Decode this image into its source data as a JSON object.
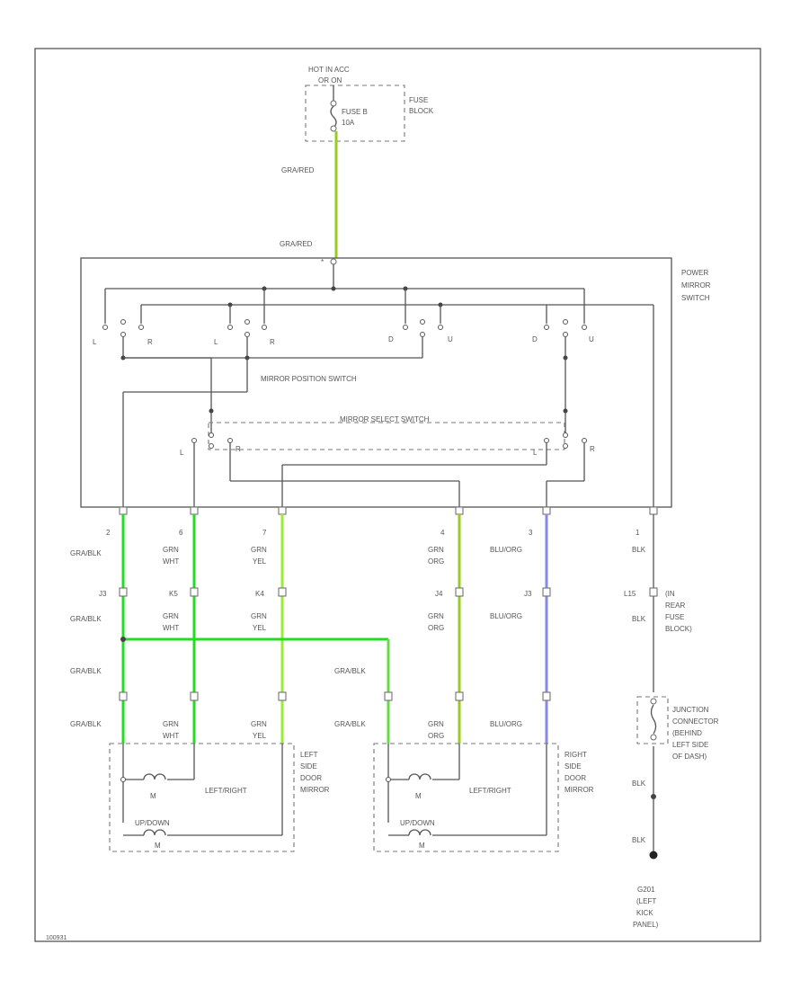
{
  "colors": {
    "green": "#22dd22",
    "yellow_green": "#99cc22",
    "purple": "#8888ee",
    "line": "#555555"
  },
  "top": {
    "source": [
      "HOT IN ACC",
      "OR ON"
    ],
    "fuse": [
      "FUSE B",
      "10A"
    ],
    "fuse_block": [
      "FUSE",
      "BLOCK"
    ],
    "wire1": "GRA/RED",
    "wire2": "GRA/RED"
  },
  "switch_assembly": {
    "name": [
      "POWER",
      "MIRROR",
      "SWITCH"
    ],
    "position_switch": "MIRROR POSITION SWITCH",
    "select_switch": "MIRROR SELECT SWITCH",
    "contact_labels": [
      "L",
      "R",
      "L",
      "R",
      "D",
      "U",
      "D",
      "U"
    ],
    "select_labels": [
      "L",
      "R",
      "L",
      "R"
    ]
  },
  "pins": [
    "2",
    "6",
    "7",
    "4",
    "3",
    "1"
  ],
  "wires": {
    "w1": [
      "GRA/BLK",
      "J3",
      "GRA/BLK",
      "GRA/BLK",
      "GRA/BLK"
    ],
    "w2": [
      "GRN",
      "WHT",
      "K5",
      "GRN",
      "WHT",
      "GRN",
      "WHT"
    ],
    "w3": [
      "GRN",
      "YEL",
      "K4",
      "GRN",
      "YEL",
      "GRN",
      "YEL"
    ],
    "w4": [
      "GRN",
      "ORG",
      "J4",
      "GRN",
      "ORG",
      "GRN",
      "ORG"
    ],
    "w5": [
      "BLU/ORG",
      "J3",
      "BLU/ORG",
      "BLU/ORG"
    ],
    "w6": [
      "BLK",
      "L15",
      "BLK",
      "BLK",
      "BLK"
    ],
    "branch": "GRA/BLK"
  },
  "left_mirror": {
    "label": [
      "LEFT",
      "SIDE",
      "DOOR",
      "MIRROR"
    ],
    "motor1": "LEFT/RIGHT",
    "motor2": "UP/DOWN",
    "m": "M"
  },
  "right_mirror": {
    "label": [
      "RIGHT",
      "SIDE",
      "DOOR",
      "MIRROR"
    ],
    "motor1": "LEFT/RIGHT",
    "motor2": "UP/DOWN",
    "m": "M"
  },
  "fuse_box_note": [
    "(IN",
    "REAR",
    "FUSE",
    "BLOCK)"
  ],
  "junction": [
    "JUNCTION",
    "CONNECTOR",
    "(BEHIND",
    "LEFT SIDE",
    "OF DASH)"
  ],
  "ground": [
    "G201",
    "(LEFT",
    "KICK",
    "PANEL)"
  ],
  "footer_code": "100931"
}
